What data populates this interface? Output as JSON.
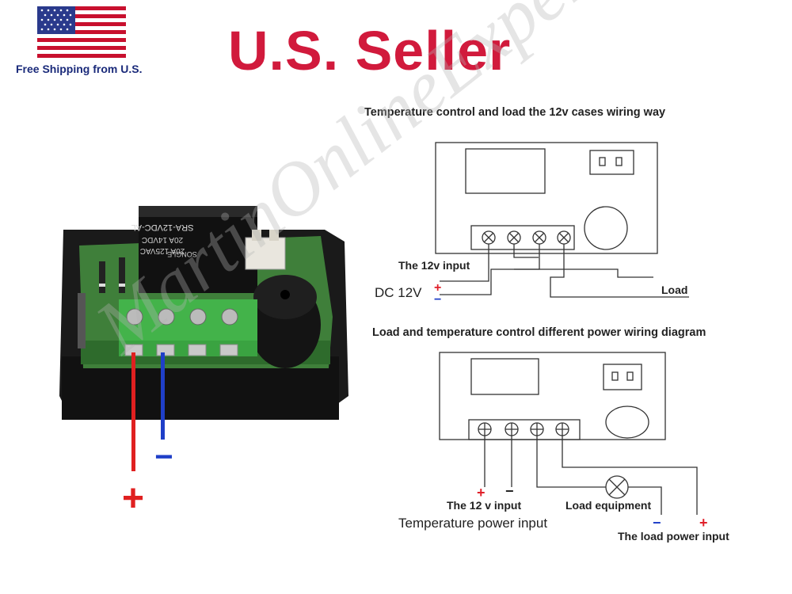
{
  "header": {
    "shipping_text": "Free Shipping from U.S.",
    "seller_text": "U.S. Seller"
  },
  "product": {
    "relay_text_line1": "SRA-12VDC-AL",
    "relay_text_line2": "20A 14VDC",
    "relay_text_line3": "20A 125VAC",
    "relay_brand": "SONGLE",
    "plus_sign": "+",
    "minus_sign": "−"
  },
  "diagram1": {
    "title": "Temperature control and load the 12v cases wiring way",
    "input_label": "The 12v  input",
    "dc_label": "DC 12V",
    "plus": "+",
    "minus": "−",
    "load_label": "Load"
  },
  "diagram2": {
    "title": "Load and temperature control different power wiring diagram",
    "plus_left": "+",
    "minus_left": "−",
    "input_label": "The 12 v  input",
    "load_equipment_label": "Load equipment",
    "temp_power_label": "Temperature power input",
    "minus_right": "−",
    "plus_right": "+",
    "load_power_label": "The load power input"
  },
  "watermark_text": "MartinOnlineExpert"
}
